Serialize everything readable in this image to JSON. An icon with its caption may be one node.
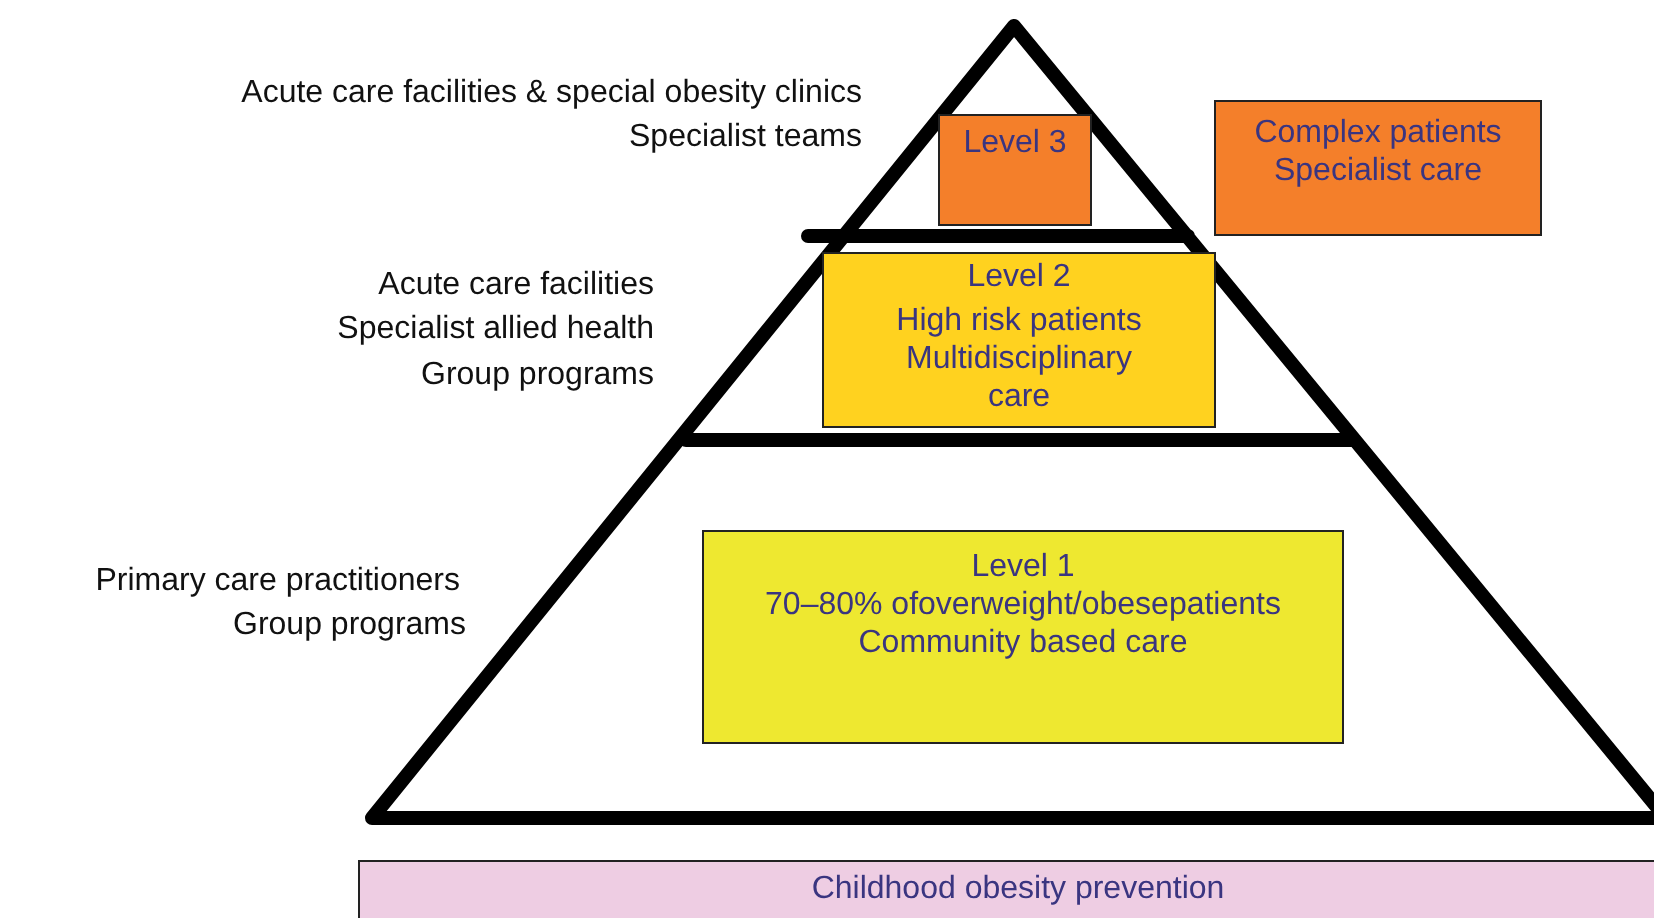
{
  "diagram": {
    "nodes": [
      {
        "text": [
          "Level 3"
        ]
      },
      {
        "text": [
          "Complex patients",
          "Specialist care"
        ]
      },
      {
        "text": [
          "Level 2",
          "High risk patients Multidisciplinary care"
        ]
      },
      {
        "text": [
          "Level 1",
          "70–80% ofoverweight/obesepatients",
          "Community based care"
        ]
      },
      {
        "text": [
          "Childhood obesity prevention"
        ]
      }
    ],
    "edges": [],
    "labels": [
      "Acute care facilities & special obesity clinics",
      "Specialist teams",
      "Acute care facilities",
      "Specialist allied health",
      "Group programs",
      "Primary care practitioners",
      "Group programs"
    ]
  }
}
